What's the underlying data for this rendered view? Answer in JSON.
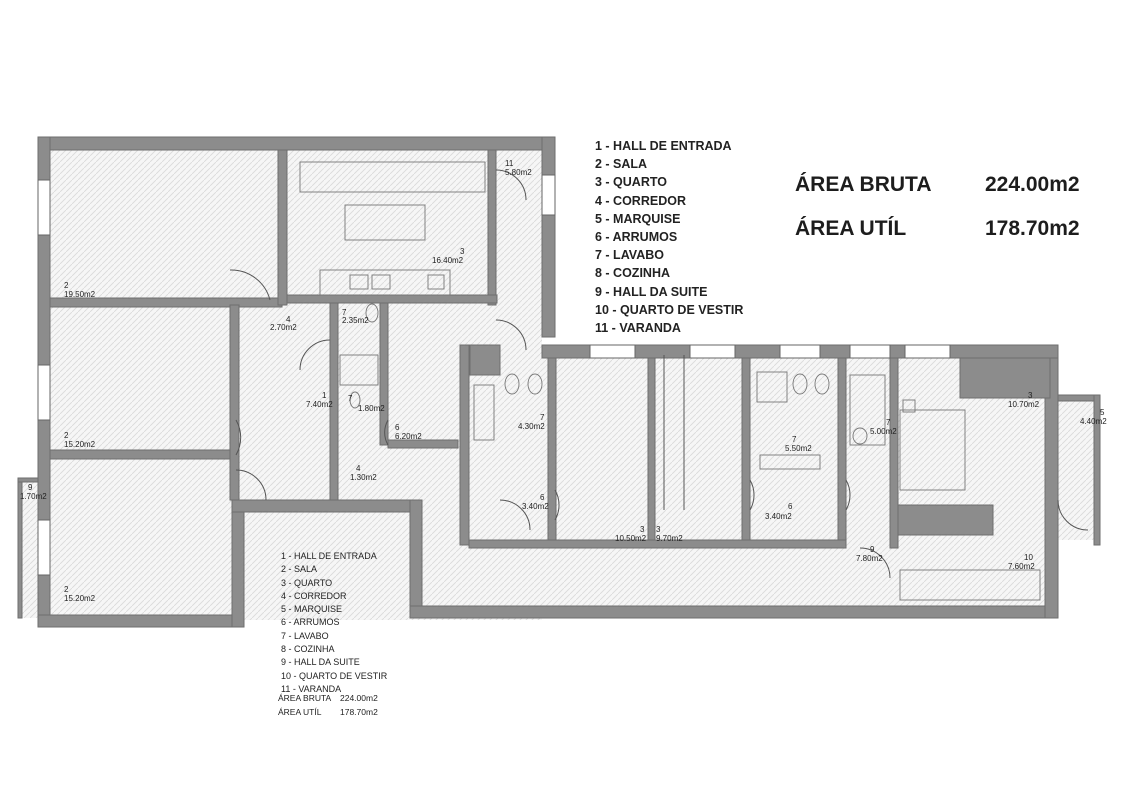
{
  "legend": [
    "1 - HALL DE ENTRADA",
    "2 - SALA",
    "3 - QUARTO",
    "4 - CORREDOR",
    "5 - MARQUISE",
    "6 - ARRUMOS",
    "7 - LAVABO",
    "8 - COZINHA",
    "9 - HALL DA SUITE",
    "10 - QUARTO DE VESTIR",
    "11 - VARANDA"
  ],
  "areas": {
    "bruta": {
      "label": "ÁREA BRUTA",
      "value": "224.00m2"
    },
    "util": {
      "label": "ÁREA UTÍL",
      "value": "178.70m2"
    }
  },
  "areas_small": {
    "bruta": {
      "label": "ÁREA BRUTA",
      "value": "224.00m2"
    },
    "util": {
      "label": "ÁREA UTÍL",
      "value": "178.70m2"
    }
  },
  "rooms": [
    {
      "id": "sala-top",
      "num": "2",
      "area": "19.50m2"
    },
    {
      "id": "sala-mid",
      "num": "2",
      "area": "15.20m2"
    },
    {
      "id": "sala-bot",
      "num": "2",
      "area": "15.20m2"
    },
    {
      "id": "marquise-left",
      "num": "9",
      "area": "1.70m2"
    },
    {
      "id": "quarto-top",
      "num": "3",
      "area": "16.40m2"
    },
    {
      "id": "varanda-top",
      "num": "11",
      "area": "5.80m2"
    },
    {
      "id": "corredor-a",
      "num": "4",
      "area": "2.70m2"
    },
    {
      "id": "lavabo-a",
      "num": "7",
      "area": "2.35m2"
    },
    {
      "id": "hall",
      "num": "1",
      "area": "7.40m2"
    },
    {
      "id": "lavabo-b",
      "num": "7",
      "area": "1.80m2"
    },
    {
      "id": "arrumos-a",
      "num": "6",
      "area": "6.20m2"
    },
    {
      "id": "corredor-b",
      "num": "4",
      "area": "1.30m2"
    },
    {
      "id": "lavabo-c",
      "num": "7",
      "area": "4.30m2"
    },
    {
      "id": "arrumos-b",
      "num": "6",
      "area": "3.40m2"
    },
    {
      "id": "quarto-c",
      "num": "3",
      "area": "10.50m2"
    },
    {
      "id": "quarto-d",
      "num": "3",
      "area": "9.70m2"
    },
    {
      "id": "lavabo-d",
      "num": "7",
      "area": "5.50m2"
    },
    {
      "id": "arrumos-c",
      "num": "6",
      "area": "3.40m2"
    },
    {
      "id": "lavabo-e",
      "num": "7",
      "area": "5.00m2"
    },
    {
      "id": "quarto-suite",
      "num": "3",
      "area": "10.70m2"
    },
    {
      "id": "marquise-right",
      "num": "5",
      "area": "4.40m2"
    },
    {
      "id": "hall-suite",
      "num": "9",
      "area": "7.80m2"
    },
    {
      "id": "vestir",
      "num": "10",
      "area": "7.60m2"
    }
  ]
}
